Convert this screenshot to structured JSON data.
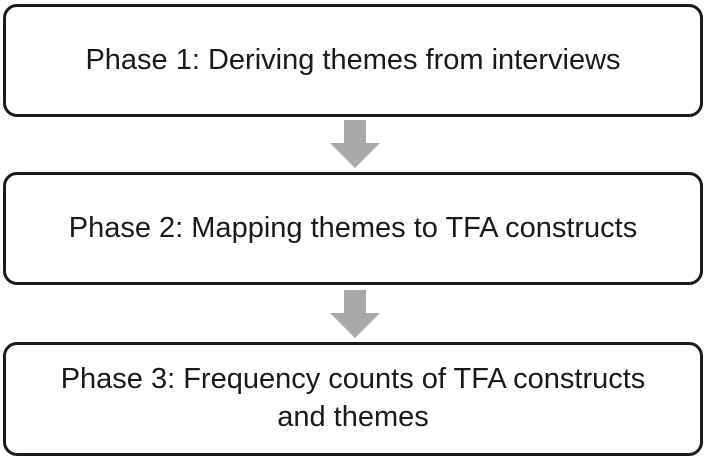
{
  "diagram": {
    "background": "#ffffff",
    "box_fill": "#ffffff",
    "border_color": "#1c1c1c",
    "text_color": "#1a1a1a",
    "arrow_color": "#a9a9a9",
    "phases": [
      {
        "label": "Phase 1: Deriving themes from interviews"
      },
      {
        "label": "Phase 2: Mapping themes to TFA constructs"
      },
      {
        "label": "Phase 3: Frequency counts of TFA constructs\nand themes"
      }
    ],
    "arrows": [
      {
        "icon": "down-arrow-icon"
      },
      {
        "icon": "down-arrow-icon"
      }
    ]
  }
}
